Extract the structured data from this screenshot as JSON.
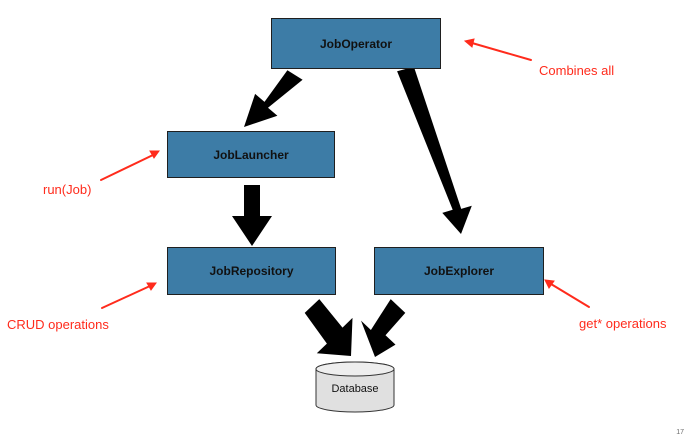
{
  "diagram": {
    "nodes": [
      {
        "id": "joboperator",
        "label": "JobOperator"
      },
      {
        "id": "joblauncher",
        "label": "JobLauncher"
      },
      {
        "id": "jobrepository",
        "label": "JobRepository"
      },
      {
        "id": "jobexplorer",
        "label": "JobExplorer"
      },
      {
        "id": "database",
        "label": "Database"
      }
    ],
    "edges": [
      {
        "from": "joboperator",
        "to": "joblauncher"
      },
      {
        "from": "joboperator",
        "to": "jobexplorer"
      },
      {
        "from": "joblauncher",
        "to": "jobrepository"
      },
      {
        "from": "jobrepository",
        "to": "database"
      },
      {
        "from": "jobexplorer",
        "to": "database"
      }
    ],
    "annotations": [
      {
        "target": "joboperator",
        "text": "Combines all"
      },
      {
        "target": "joblauncher",
        "text": "run(Job)"
      },
      {
        "target": "jobrepository",
        "text": "CRUD operations"
      },
      {
        "target": "jobexplorer",
        "text": "get* operations"
      }
    ],
    "page_number": "17"
  },
  "colors": {
    "node_fill": "#3d7ca6",
    "node_border": "#1f1f1f",
    "arrow": "#000000",
    "annotation": "#ff2b1c",
    "database_fill": "#e0e0e0"
  },
  "icons": {
    "database": "cylinder-icon"
  }
}
